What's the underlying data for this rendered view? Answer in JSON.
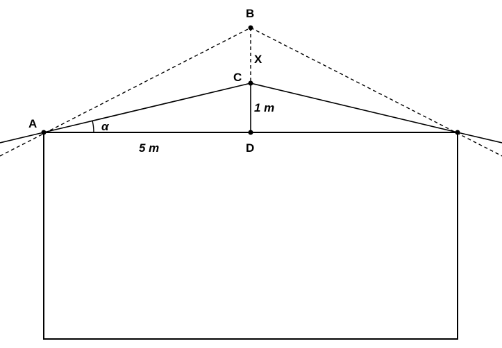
{
  "diagram": {
    "points": {
      "A": "A",
      "B": "B",
      "C": "C",
      "D": "D"
    },
    "labels": {
      "x": "X",
      "cd_length": "1 m",
      "ad_length": "5 m",
      "angle": "α"
    },
    "colors": {
      "stroke": "#000000",
      "background": "#ffffff"
    }
  }
}
